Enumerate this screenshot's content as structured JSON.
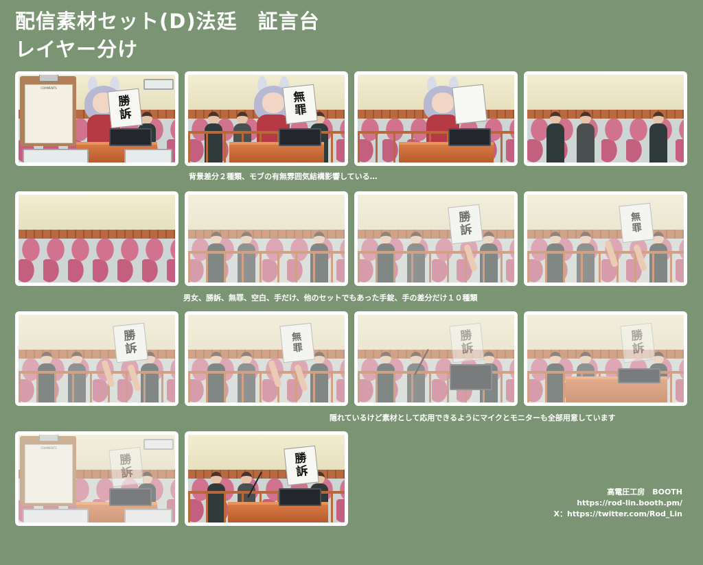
{
  "title_line1": "配信素材セット(D)法廷　証言台",
  "title_line2": "レイヤー分け",
  "captions": {
    "row1": "背景差分２種類、モブの有無雰囲気結構影響している…",
    "row2": "男女、勝訴、無罪、空白、手だけ、他のセットでもあった手錠、手の差分だけ１０種類",
    "row3": "隠れているけど素材として応用できるようにマイクとモニターも全部用意しています"
  },
  "sign_text": {
    "win": [
      "勝",
      "訴"
    ],
    "innocent": [
      "無",
      "罪"
    ]
  },
  "clipboard_label": "COMMENTS",
  "credits": {
    "studio": "高電圧工房　BOOTH",
    "booth_url": "https://rod-lin.booth.pm/",
    "twitter": "X：https://twitter.com/Rod_Lin"
  },
  "colors": {
    "background": "#7b9474",
    "tile_border": "#ffffff",
    "text": "#ffffff"
  }
}
